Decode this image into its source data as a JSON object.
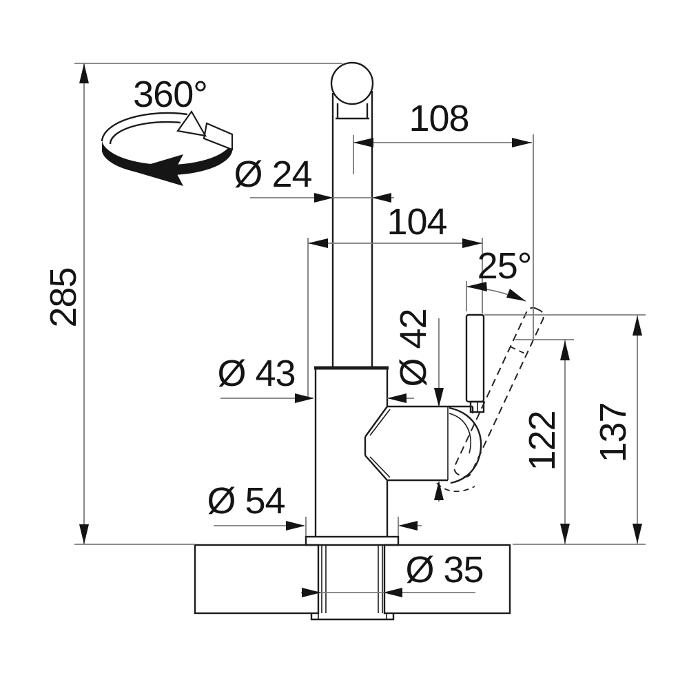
{
  "title": "Kitchen faucet technical dimension drawing",
  "colors": {
    "outline": "#1c1c1c",
    "dimension_line": "#7b7b7b",
    "text": "#141414",
    "background": "#ffffff"
  },
  "dims": {
    "overall_height": "285",
    "spout_reach": "108",
    "body_depth": "104",
    "spout_tube_diameter": "Ø 24",
    "body_diameter": "Ø 43",
    "cartridge_diameter": "Ø 42",
    "base_diameter": "Ø 54",
    "mounting_hole_diameter": "Ø 35",
    "handle_height": "122",
    "handle_max_height": "137",
    "handle_tilt_angle": "25°",
    "swivel_angle": "360°"
  },
  "icons": {
    "rotation_icon": "360-degree-swivel-arrow"
  }
}
